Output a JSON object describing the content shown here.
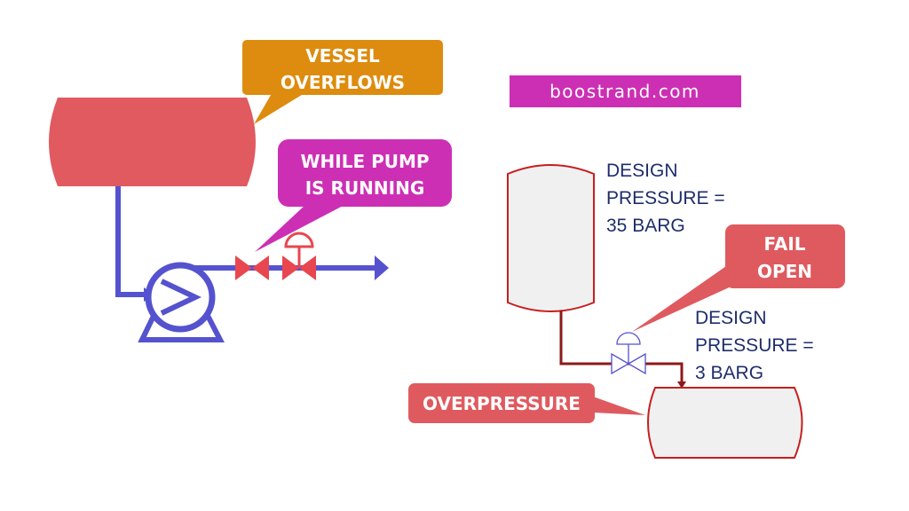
{
  "left_scenario": {
    "callout_vessel": {
      "line1": "VESSEL",
      "line2": "OVERFLOWS"
    },
    "callout_pump": {
      "line1": "WHILE PUMP",
      "line2": "IS RUNNING"
    }
  },
  "brand": {
    "text": "boostrand.com"
  },
  "right_scenario": {
    "design_upper": {
      "line1": "DESIGN",
      "line2": "PRESSURE =",
      "line3": "35 BARG"
    },
    "callout_valve": {
      "line1": "FAIL",
      "line2": "OPEN"
    },
    "design_lower": {
      "line1": "DESIGN",
      "line2": "PRESSURE =",
      "line3": "3 BARG"
    },
    "callout_overpressure": {
      "text": "OVERPRESSURE"
    }
  },
  "colors": {
    "vessel_fill": "#e05a60",
    "pipe_left": "#5552cf",
    "valve_red": "#e8474f",
    "callout_orange": "#dd8c0f",
    "callout_magenta": "#cc2fb4",
    "callout_red": "#df5a5f",
    "vessel_outline": "#c81e1e",
    "pipe_dark_red": "#8c1a1a",
    "text_blue": "#1f2d6b"
  }
}
